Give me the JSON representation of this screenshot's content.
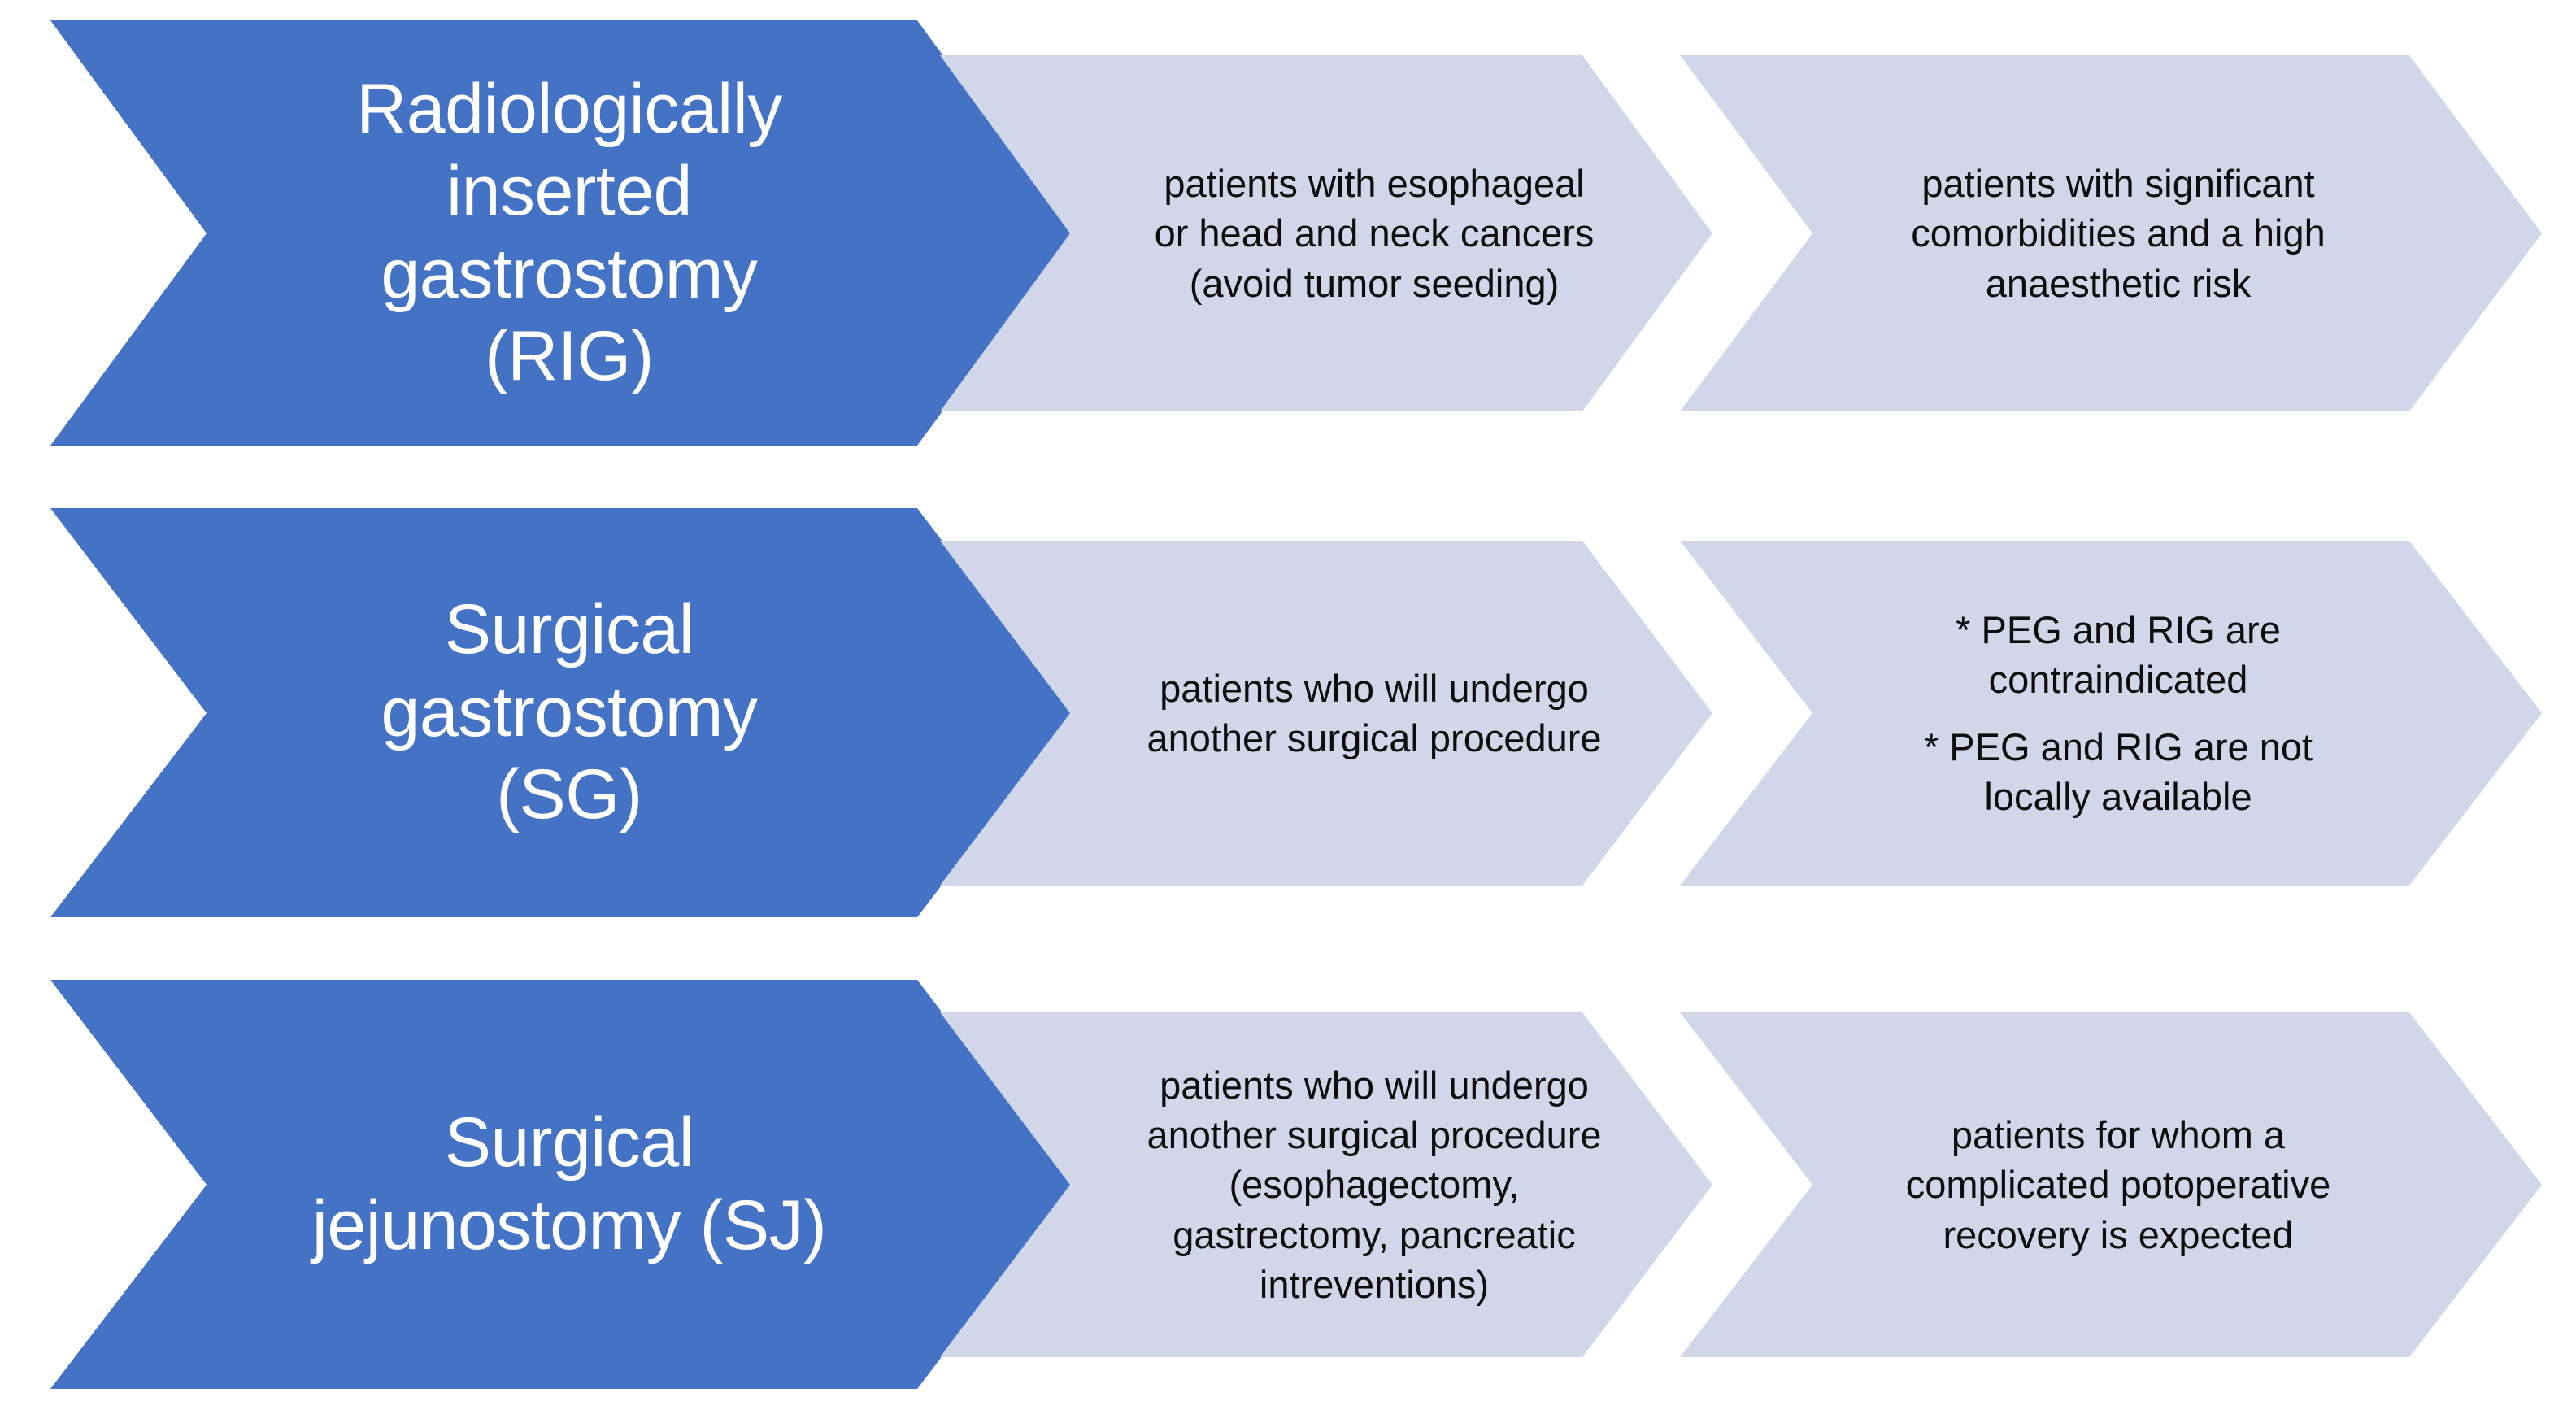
{
  "diagram": {
    "type": "chevron-process-matrix",
    "colors": {
      "primary_chevron": "#4472C4",
      "secondary_chevron": "#D2D6E9",
      "primary_text": "#FFFFFF",
      "detail_text": "#0D0D0D",
      "background": "#FFFFFF"
    },
    "rows": [
      {
        "id": "rig",
        "method": {
          "lines": [
            "Radiologically",
            "inserted",
            "gastrostomy",
            "(RIG)"
          ],
          "full": "Radiologically inserted gastrostomy (RIG)",
          "abbreviation": "RIG"
        },
        "indication_1": {
          "lines": [
            "patients with esophageal",
            "or head and neck cancers",
            "(avoid tumor seeding)"
          ],
          "full": "patients with esophageal or head and neck cancers (avoid tumor seeding)"
        },
        "indication_2": {
          "lines": [
            "patients with significant",
            "comorbidities and a high",
            "anaesthetic risk"
          ],
          "full": "patients with significant comorbidities and a high anaesthetic risk"
        }
      },
      {
        "id": "sg",
        "method": {
          "lines": [
            "Surgical",
            "gastrostomy",
            "(SG)"
          ],
          "full": "Surgical gastrostomy (SG)",
          "abbreviation": "SG"
        },
        "indication_1": {
          "lines": [
            "patients who will undergo",
            "another surgical procedure"
          ],
          "full": "patients who will undergo another surgical procedure"
        },
        "indication_2": {
          "lines": [
            "* PEG and RIG are",
            "contraindicated",
            "",
            "* PEG and RIG are not",
            "locally available"
          ],
          "full": "* PEG and RIG are contraindicated * PEG and RIG are not locally available"
        }
      },
      {
        "id": "sj",
        "method": {
          "lines": [
            "Surgical",
            "jejunostomy (SJ)"
          ],
          "full": "Surgical jejunostomy (SJ)",
          "abbreviation": "SJ"
        },
        "indication_1": {
          "lines": [
            "patients who will undergo",
            "another surgical procedure",
            "(esophagectomy,",
            "gastrectomy, pancreatic",
            "intreventions)"
          ],
          "full": "patients who will undergo another surgical procedure (esophagectomy, gastrectomy, pancreatic intreventions)"
        },
        "indication_2": {
          "lines": [
            "patients for whom a",
            "complicated potoperative",
            "recovery is expected"
          ],
          "full": "patients for whom a complicated potoperative recovery is expected"
        }
      }
    ]
  }
}
